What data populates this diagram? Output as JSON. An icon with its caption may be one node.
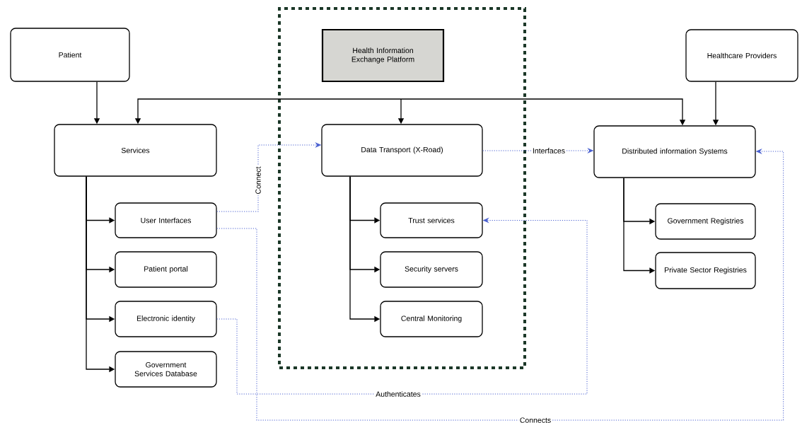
{
  "diagram": {
    "nodes": [
      {
        "text": [
          "Patient"
        ]
      },
      {
        "text": [],
        "shape": "box"
      },
      {
        "text": [
          "Health Information Exchange Platform"
        ],
        "in": 1
      },
      {
        "text": [
          "Healthcare Providers"
        ]
      },
      {
        "text": [
          "Services"
        ]
      },
      {
        "text": [
          "Data Transport (X-Road)"
        ],
        "in": 1
      },
      {
        "text": [
          "Distributed information Systems"
        ]
      },
      {
        "text": [
          "User Interfaces"
        ]
      },
      {
        "text": [
          "Patient portal"
        ]
      },
      {
        "text": [
          "Electronic identity"
        ]
      },
      {
        "text": [
          "Government Services Database"
        ]
      },
      {
        "text": [
          "Trust services"
        ],
        "in": 1
      },
      {
        "text": [
          "Security servers"
        ],
        "in": 1
      },
      {
        "text": [
          "Central Monitoring"
        ],
        "in": 1
      },
      {
        "text": [
          "Government Registries"
        ]
      },
      {
        "text": [
          "Private Sector Registries"
        ]
      }
    ],
    "edges": [
      {
        "from": 0,
        "to": 4,
        "arrow": "to"
      },
      {
        "from": null,
        "to": 4,
        "arrow": "to"
      },
      {
        "from": null,
        "to": 5,
        "arrow": "to"
      },
      {
        "from": null,
        "to": 6,
        "arrow": "to"
      },
      {
        "from": 3,
        "to": 6,
        "arrow": "to"
      },
      {
        "from": 4,
        "to": 7,
        "arrow": "to"
      },
      {
        "from": 4,
        "to": 8,
        "arrow": "to"
      },
      {
        "from": 4,
        "to": 9,
        "arrow": "to"
      },
      {
        "from": 4,
        "to": 10,
        "arrow": "to"
      },
      {
        "from": 5,
        "to": 11,
        "arrow": "to"
      },
      {
        "from": 5,
        "to": 12,
        "arrow": "to"
      },
      {
        "from": 5,
        "to": 13,
        "arrow": "to"
      },
      {
        "from": 6,
        "to": 14,
        "arrow": "to"
      },
      {
        "from": 6,
        "to": 15,
        "arrow": "to"
      },
      {
        "from": 7,
        "to": 5,
        "arrow": "to",
        "label": "Connect",
        "style": "dashed",
        "color": "#4a60d0"
      },
      {
        "from": 5,
        "to": 6,
        "arrow": "to",
        "label": "Interfaces",
        "style": "dashed",
        "color": "#4a60d0"
      },
      {
        "from": 7,
        "to": 6,
        "arrow": "to",
        "label": "Connects",
        "style": "dashed",
        "color": "#4a60d0"
      },
      {
        "from": 9,
        "to": 11,
        "arrow": "to",
        "label": "Authenticates",
        "style": "dashed",
        "color": "#4a60d0"
      }
    ]
  }
}
